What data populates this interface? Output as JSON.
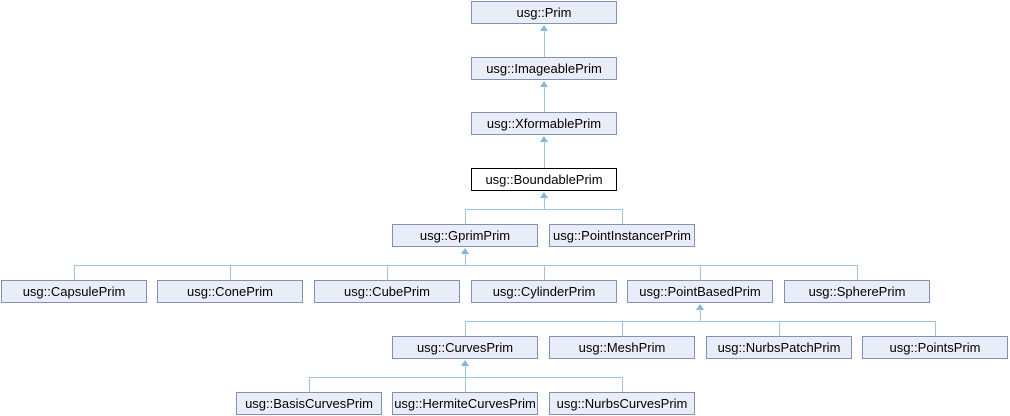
{
  "diagram": {
    "type": "class-inheritance-graph",
    "highlighted_node": "usg::BoundablePrim",
    "nodes": [
      {
        "label": "usg::Prim",
        "parent": null
      },
      {
        "label": "usg::ImageablePrim",
        "parent": "usg::Prim"
      },
      {
        "label": "usg::XformablePrim",
        "parent": "usg::ImageablePrim"
      },
      {
        "label": "usg::BoundablePrim",
        "parent": "usg::XformablePrim",
        "highlighted": true
      },
      {
        "label": "usg::GprimPrim",
        "parent": "usg::BoundablePrim"
      },
      {
        "label": "usg::PointInstancerPrim",
        "parent": "usg::BoundablePrim"
      },
      {
        "label": "usg::CapsulePrim",
        "parent": "usg::GprimPrim"
      },
      {
        "label": "usg::ConePrim",
        "parent": "usg::GprimPrim"
      },
      {
        "label": "usg::CubePrim",
        "parent": "usg::GprimPrim"
      },
      {
        "label": "usg::CylinderPrim",
        "parent": "usg::GprimPrim"
      },
      {
        "label": "usg::PointBasedPrim",
        "parent": "usg::GprimPrim"
      },
      {
        "label": "usg::SpherePrim",
        "parent": "usg::GprimPrim"
      },
      {
        "label": "usg::CurvesPrim",
        "parent": "usg::PointBasedPrim"
      },
      {
        "label": "usg::MeshPrim",
        "parent": "usg::PointBasedPrim"
      },
      {
        "label": "usg::NurbsPatchPrim",
        "parent": "usg::PointBasedPrim"
      },
      {
        "label": "usg::PointsPrim",
        "parent": "usg::PointBasedPrim"
      },
      {
        "label": "usg::BasisCurvesPrim",
        "parent": "usg::CurvesPrim"
      },
      {
        "label": "usg::HermiteCurvesPrim",
        "parent": "usg::CurvesPrim"
      },
      {
        "label": "usg::NurbsCurvesPrim",
        "parent": "usg::CurvesPrim"
      }
    ],
    "colors": {
      "node_fill": "#e8edf7",
      "node_border": "#8090b8",
      "highlight_fill": "#ffffff",
      "highlight_border": "#000000",
      "edge": "#9cc6e6",
      "arrowhead": "#85b6dd",
      "text": "#000000",
      "background": "#ffffff"
    }
  }
}
